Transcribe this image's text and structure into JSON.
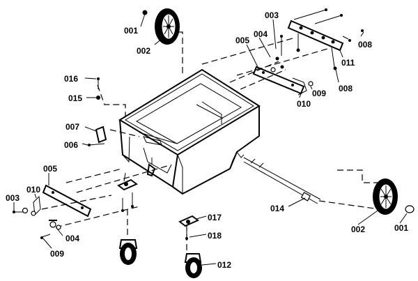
{
  "parts": {
    "p001_top": "001",
    "p002_top": "002",
    "p003_top": "003",
    "p004_top": "004",
    "p005_top": "005",
    "p008_a": "008",
    "p011": "011",
    "p008_b": "008",
    "p009_top": "009",
    "p010_top": "010",
    "p016": "016",
    "p015": "015",
    "p007": "007",
    "p006": "006",
    "p005_left": "005",
    "p010_left": "010",
    "p003_left": "003",
    "p004_left": "004",
    "p009_left": "009",
    "p014": "014",
    "p002_right": "002",
    "p001_right": "001",
    "p017": "017",
    "p018": "018",
    "p012": "012"
  }
}
